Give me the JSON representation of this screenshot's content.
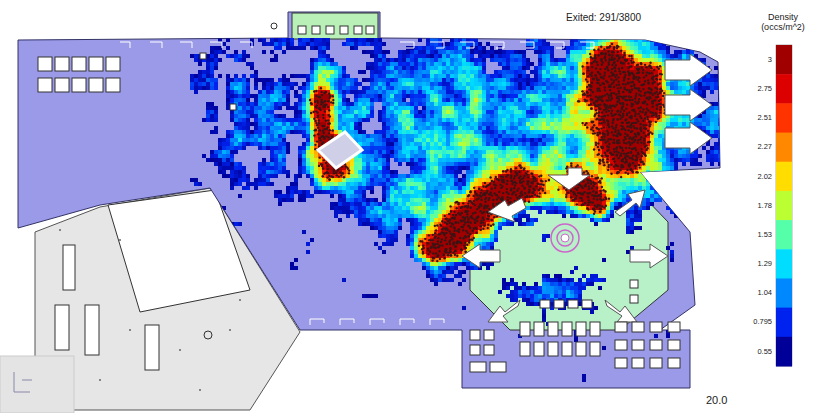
{
  "diagram": {
    "labels": [
      "Exited: 291/3800",
      "Density (occs/m^2)",
      "20.0"
    ],
    "legend": [
      {
        "text": "3",
        "color": "#a00000"
      },
      {
        "text": "2.75",
        "color": "#dd0000"
      },
      {
        "text": "2.51",
        "color": "#ff3300"
      },
      {
        "text": "2.27",
        "color": "#ff8800"
      },
      {
        "text": "2.02",
        "color": "#ffdd00"
      },
      {
        "text": "1.78",
        "color": "#bbff33"
      },
      {
        "text": "1.53",
        "color": "#55ffaa"
      },
      {
        "text": "1.29",
        "color": "#00ddff"
      },
      {
        "text": "1.04",
        "color": "#0088ff"
      },
      {
        "text": "0.795",
        "color": "#0022ee"
      },
      {
        "text": "0.55",
        "color": "#000099"
      }
    ]
  }
}
